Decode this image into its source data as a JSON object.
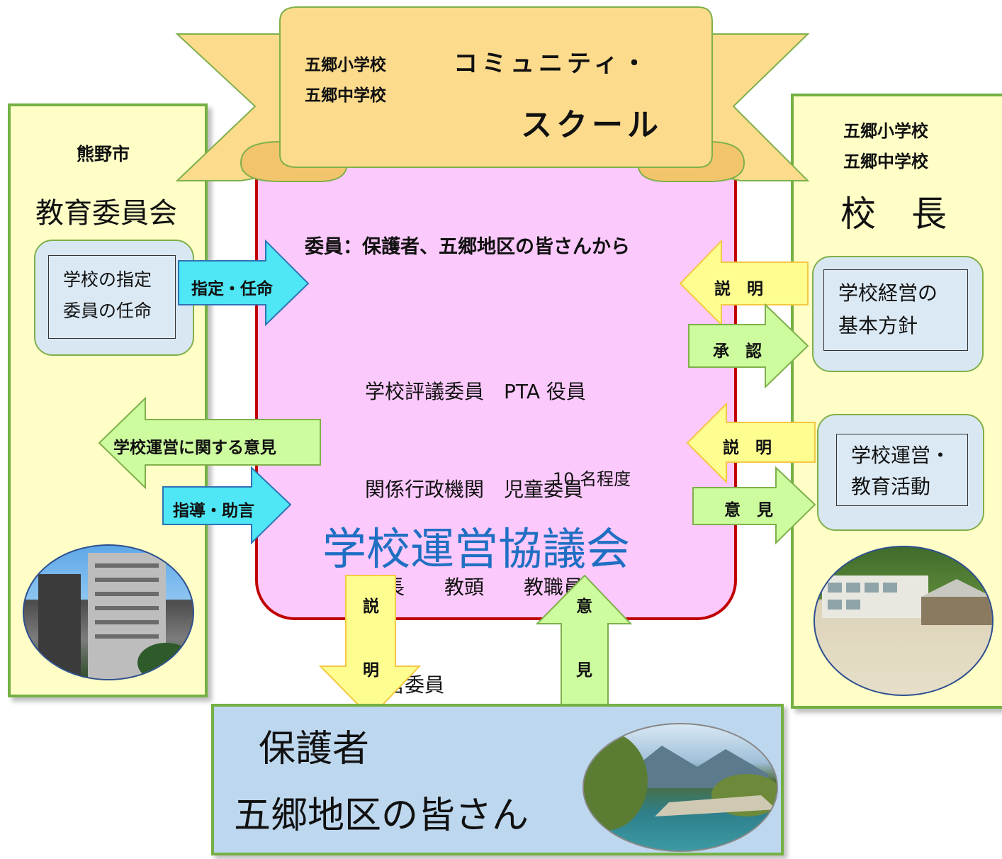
{
  "banner": {
    "schools": [
      "五郷小学校",
      "五郷中学校"
    ],
    "title_line1": "コミュニティ・",
    "title_line2": "スクール"
  },
  "left_panel": {
    "city": "熊野市",
    "title": "教育委員会",
    "box_lines": [
      "学校の指定",
      "委員の任命"
    ]
  },
  "right_panel": {
    "schools": [
      "五郷小学校",
      "五郷中学校"
    ],
    "title": "校　長",
    "box1_lines": [
      "学校経営の",
      "基本方針"
    ],
    "box2_lines": [
      "学校運営・",
      "教育活動"
    ]
  },
  "council": {
    "members_label": "委員：保護者、五郷地区の皆さんから",
    "member_rows": [
      "学校評議委員　PTA 役員",
      "関係行政機関　児童委員",
      "校長　　教頭　　教職員",
      "運営委員　　　　　　など"
    ],
    "count": "10 名程度",
    "title": "学校運営協議会"
  },
  "arrows": {
    "designate": "指定・任命",
    "opinion_to_board": "学校運営に関する意見",
    "guidance": "指導・助言",
    "explain_from_principal": "説　明",
    "approve": "承　認",
    "explain_from_principal_2": "説　明",
    "opinion_to_principal": "意　見",
    "explain_down": [
      "説",
      "明"
    ],
    "opinion_up": [
      "意",
      "見"
    ]
  },
  "community": {
    "line1": "保護者",
    "line2": "五郷地区の皆さん"
  },
  "colors": {
    "panel_fill": "#fefec6",
    "panel_border": "#74b043",
    "center_fill": "#fbc9fb",
    "center_border": "#c00000",
    "title_blue": "#1f6fc3",
    "banner_fill": "#fcdb8c",
    "cyan_arrow": "#4fe6f5",
    "green_arrow": "#cdfc9f",
    "yellow_arrow": "#fdfd90",
    "community_fill": "#bdd7ee"
  },
  "icons": [
    "city-hall-photo",
    "school-photo",
    "river-photo"
  ]
}
